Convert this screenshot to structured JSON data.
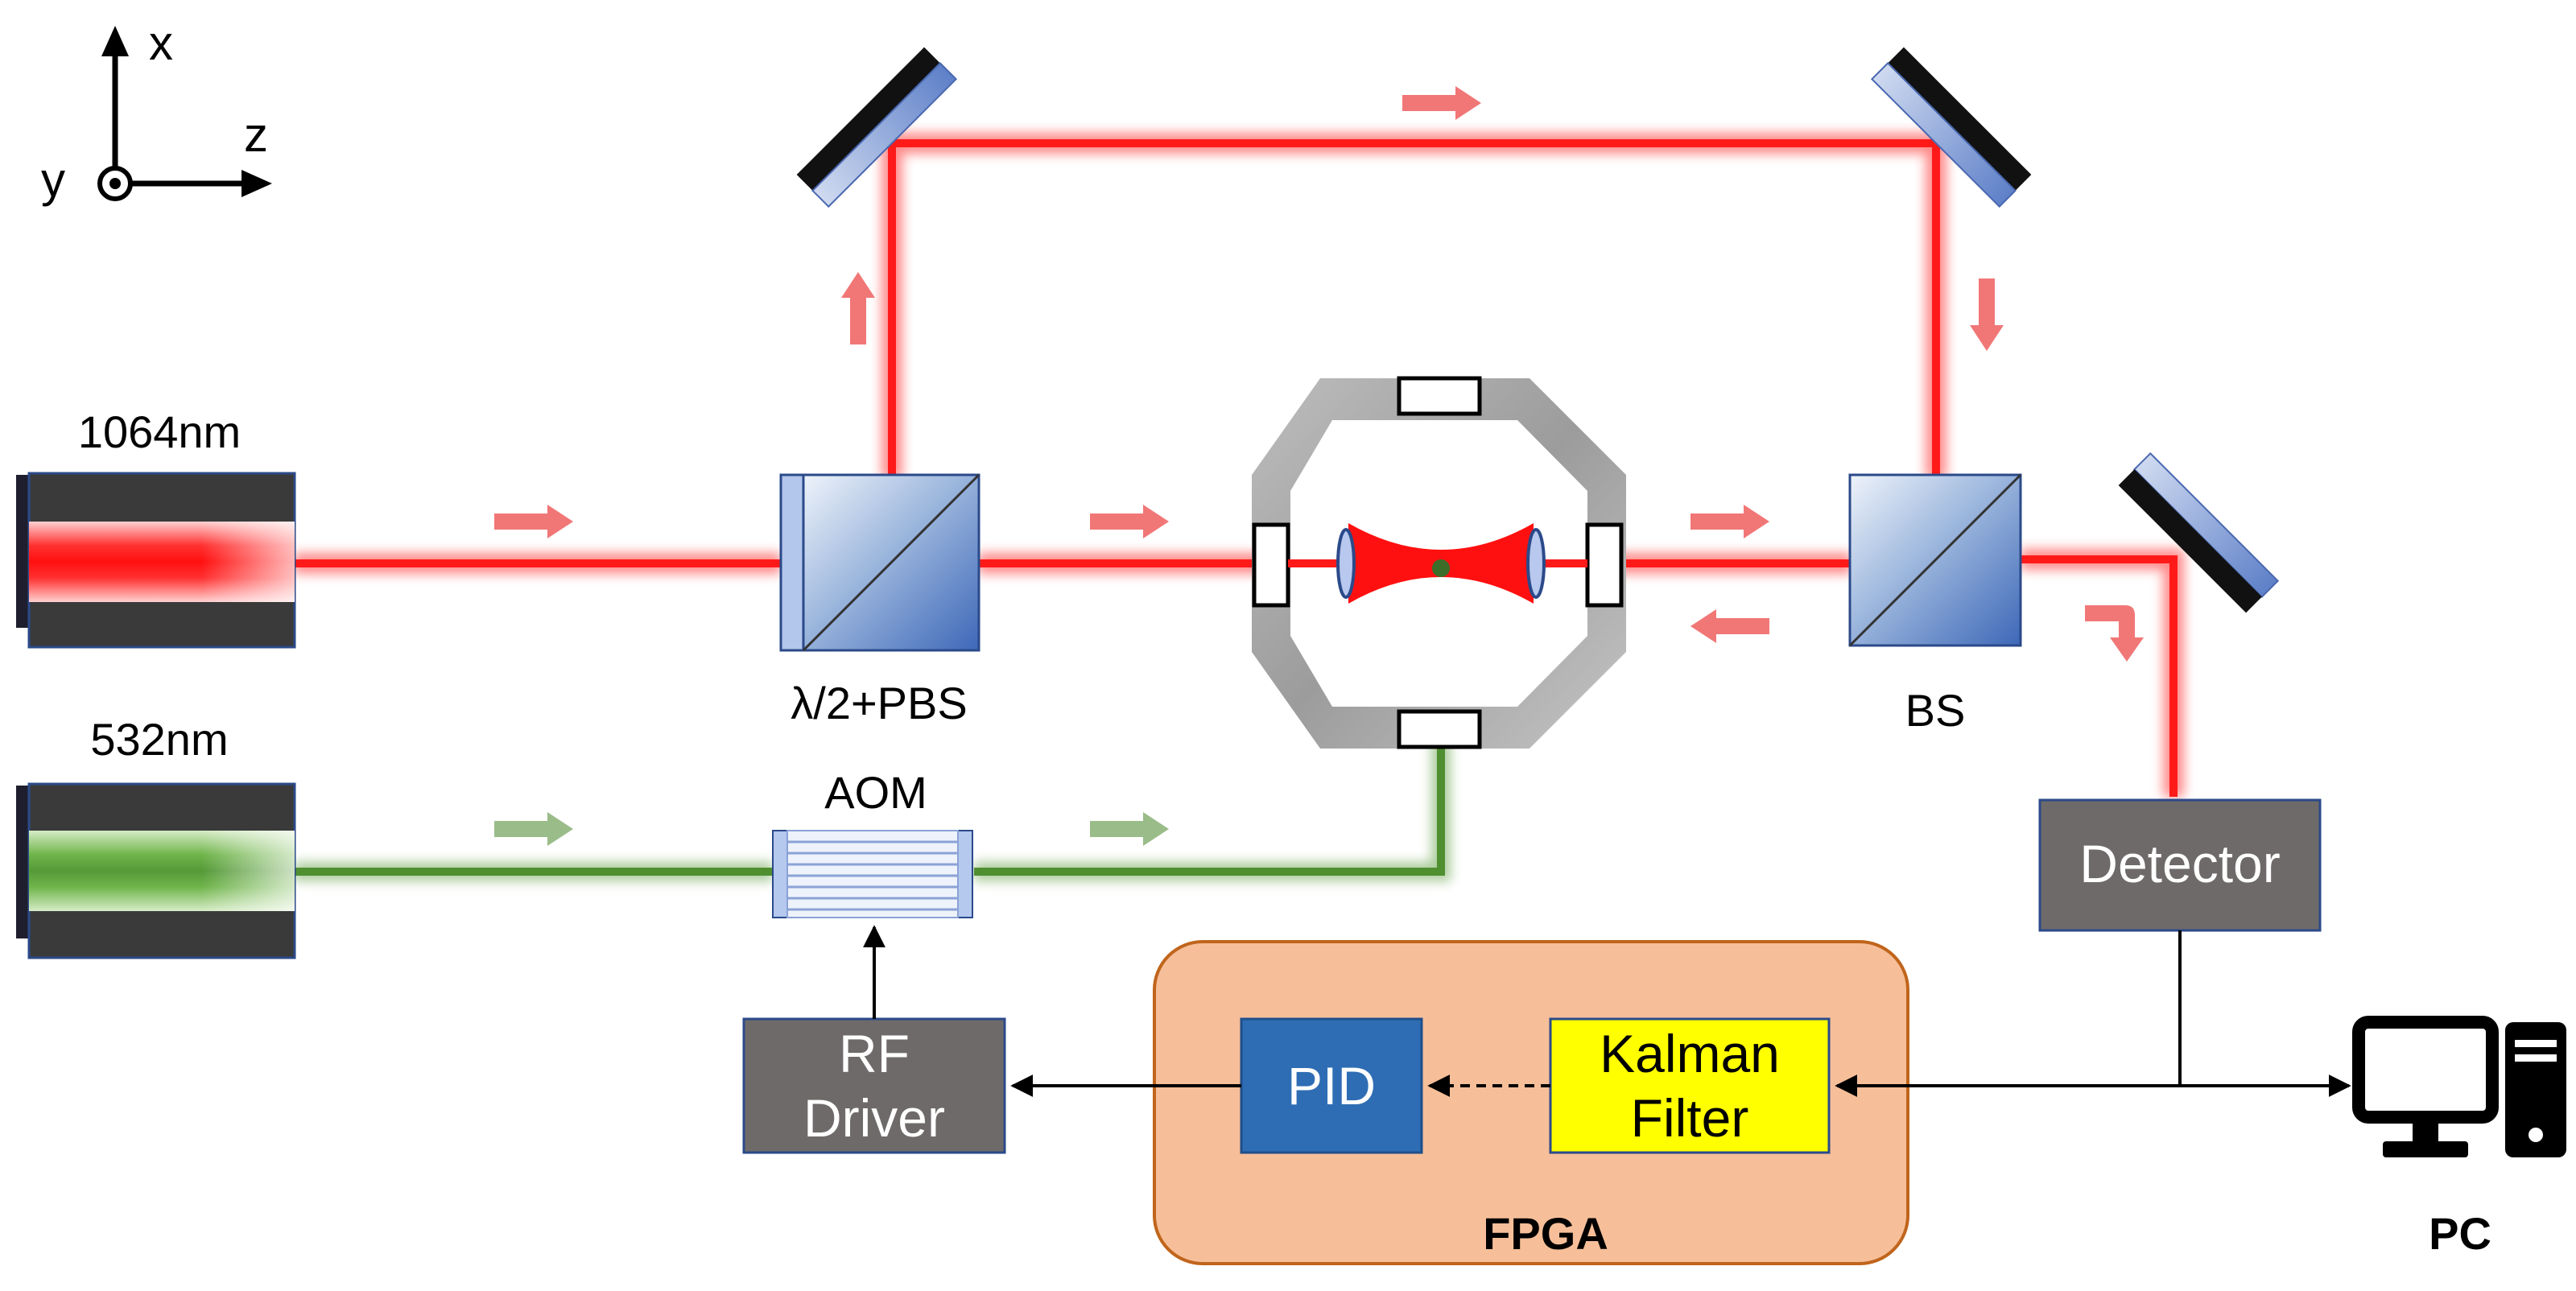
{
  "axes": {
    "x": "x",
    "y": "y",
    "z": "z"
  },
  "lasers": {
    "ir": {
      "label": "1064nm",
      "color": "#ff2020"
    },
    "green": {
      "label": "532nm",
      "color": "#4f8f30"
    }
  },
  "components": {
    "pbs": "λ/2+PBS",
    "bs": "BS",
    "aom": "AOM",
    "detector": "Detector",
    "rf_driver": {
      "line1": "RF",
      "line2": "Driver"
    },
    "pid": "PID",
    "kalman": {
      "line1": "Kalman",
      "line2": "Filter"
    },
    "fpga": "FPGA",
    "pc": "PC"
  },
  "colors": {
    "beam_red": "#ff1a1a",
    "beam_green": "#4f8f30",
    "gray_box": "#6e6a6a",
    "pid_blue": "#2e6db4",
    "kalman_yellow": "#ffff00",
    "fpga_orange": "#f6bf99",
    "chamber_gray": "#a5a5a5"
  },
  "icons": [
    "axis-arrows",
    "computer-icon",
    "mirror",
    "beam-arrow"
  ]
}
